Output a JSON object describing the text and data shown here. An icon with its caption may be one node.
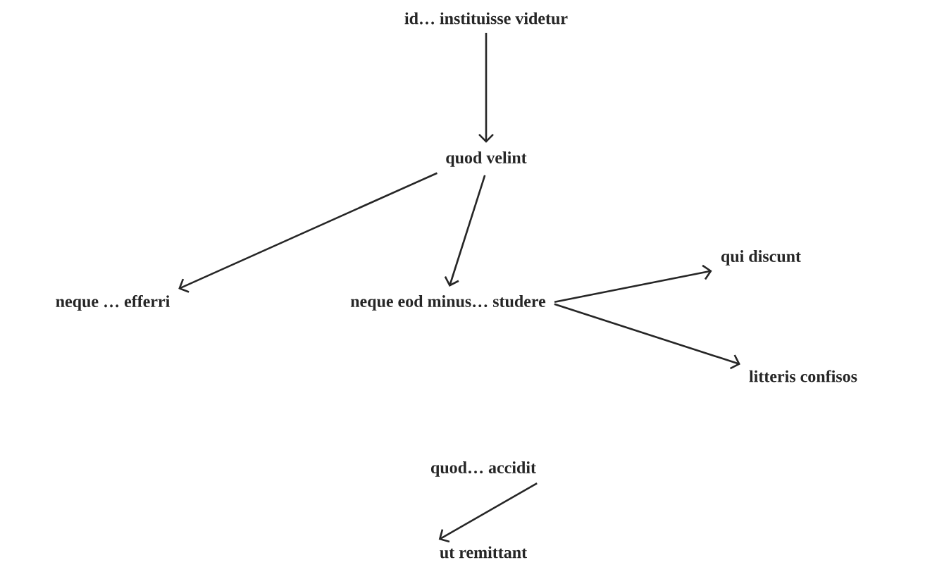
{
  "diagram": {
    "nodes": [
      {
        "text": [
          "id… instituisse videtur"
        ]
      },
      {
        "text": [
          "quod velint"
        ]
      },
      {
        "text": [
          "neque … efferri"
        ]
      },
      {
        "text": [
          "neque eod minus… studere"
        ]
      },
      {
        "text": [
          "qui discunt"
        ]
      },
      {
        "text": [
          "litteris confisos"
        ]
      },
      {
        "text": [
          "quod… accidit"
        ]
      },
      {
        "text": [
          "ut remittant"
        ]
      }
    ],
    "edges": [
      {
        "from": 0,
        "to": 1,
        "arrow": "to"
      },
      {
        "from": 1,
        "to": 2,
        "arrow": "to"
      },
      {
        "from": 1,
        "to": 3,
        "arrow": "to"
      },
      {
        "from": 3,
        "to": 4,
        "arrow": "to"
      },
      {
        "from": 3,
        "to": 5,
        "arrow": "to"
      },
      {
        "from": 6,
        "to": 7,
        "arrow": "to"
      }
    ]
  }
}
